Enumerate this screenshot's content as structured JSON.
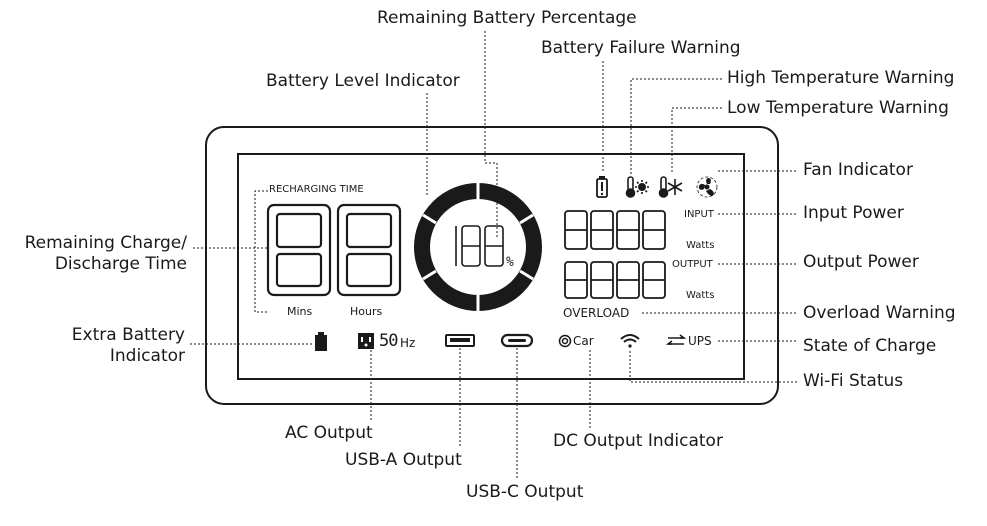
{
  "callouts": {
    "remaining_battery_percentage": "Remaining Battery Percentage",
    "battery_failure_warning": "Battery Failure Warning",
    "battery_level_indicator": "Battery Level Indicator",
    "high_temperature_warning": "High Temperature Warning",
    "low_temperature_warning": "Low Temperature Warning",
    "fan_indicator": "Fan Indicator",
    "input_power": "Input Power",
    "output_power": "Output Power",
    "overload_warning": "Overload Warning",
    "state_of_charge": "State of Charge",
    "wifi_status": "Wi-Fi Status",
    "remaining_time_line1": "Remaining Charge/",
    "remaining_time_line2": "Discharge Time",
    "extra_battery_line1": "Extra Battery",
    "extra_battery_line2": "Indicator",
    "ac_output": "AC Output",
    "usb_a_output": "USB-A Output",
    "usb_c_output": "USB-C Output",
    "dc_output_indicator": "DC Output Indicator"
  },
  "display": {
    "recharging_time": "RECHARGING TIME",
    "mins": "Mins",
    "hours": "Hours",
    "percent_digits": "188",
    "percent_sign": "%",
    "input": "INPUT",
    "output": "OUTPUT",
    "watts_in": "Watts",
    "watts_out": "Watts",
    "overload": "OVERLOAD",
    "freq_digits": "50",
    "freq_unit": "Hz",
    "car": "Car",
    "ups": "UPS"
  },
  "icons": [
    "battery-failure-icon",
    "high-temp-icon",
    "low-temp-icon",
    "fan-icon",
    "extra-battery-icon",
    "ac-outlet-icon",
    "usb-a-icon",
    "usb-c-icon",
    "dc-car-icon",
    "wifi-icon",
    "ups-arrows-icon"
  ]
}
